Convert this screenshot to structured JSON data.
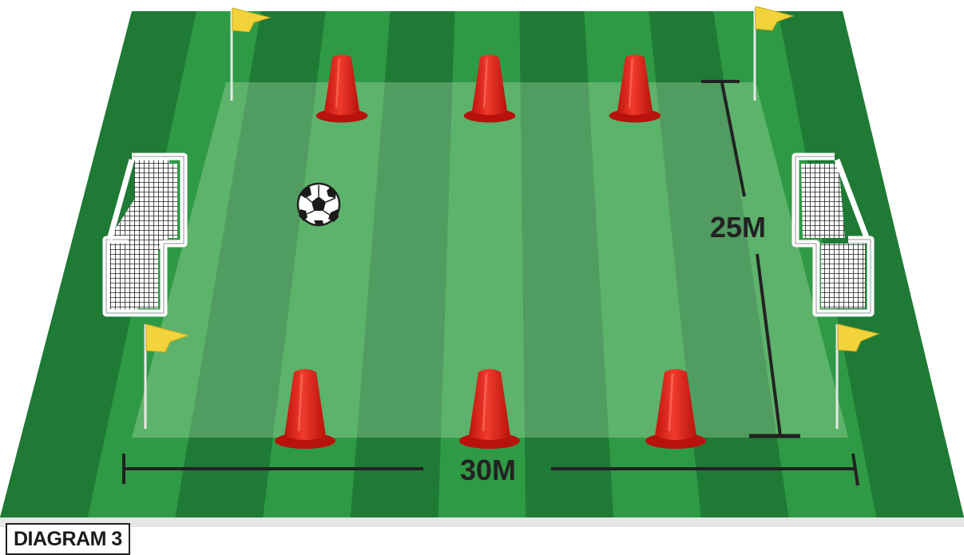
{
  "diagram": {
    "label": "DIAGRAM 3",
    "dimensions": {
      "length": "30M",
      "width": "25M"
    },
    "elements": {
      "cones": 6,
      "goals": 2,
      "corner_flags": 4,
      "balls": 1
    },
    "colors": {
      "pitch_dark": "#1e7a35",
      "pitch_light": "#2f9a45",
      "area_overlay": "#c8f0c0",
      "cone": "#e8231b",
      "flag": "#f2d43a",
      "dimension_line": "#222222"
    }
  }
}
